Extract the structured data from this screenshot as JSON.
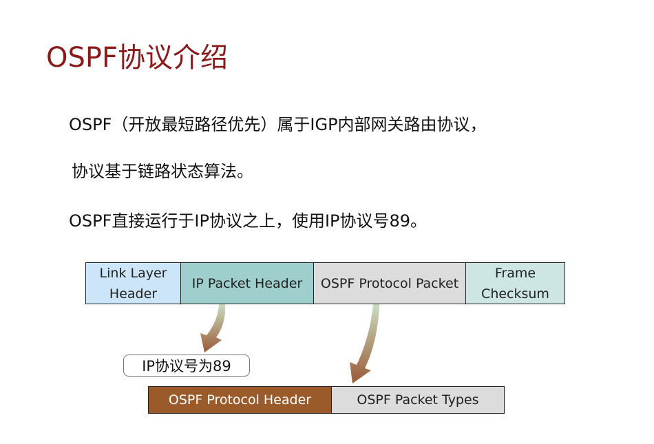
{
  "title": "OSPF协议介绍",
  "paragraphs": [
    "OSPF（开放最短路径优先）属于IGP内部网关路由协议，",
    "协议基于链路状态算法。",
    "OSPF直接运行于IP协议之上，使用IP协议号89。"
  ],
  "packet_row": [
    {
      "lines": [
        "Link Layer",
        "Header"
      ],
      "color": "#cce5f8"
    },
    {
      "lines": [
        "IP Packet Header"
      ],
      "color": "#9fcfcc"
    },
    {
      "lines": [
        "OSPF Protocol Packet"
      ],
      "color": "#dcdcdc"
    },
    {
      "lines": [
        "Frame",
        "Checksum"
      ],
      "color": "#cde6e3"
    }
  ],
  "ospf_row": [
    {
      "label": "OSPF Protocol Header",
      "color": "#9b5a2a"
    },
    {
      "label": "OSPF Packet Types",
      "color": "#dcdcdc"
    }
  ],
  "callout": "IP协议号为89",
  "arrow_colors": {
    "start": "#c8dcc0",
    "end": "#9a5a36"
  }
}
